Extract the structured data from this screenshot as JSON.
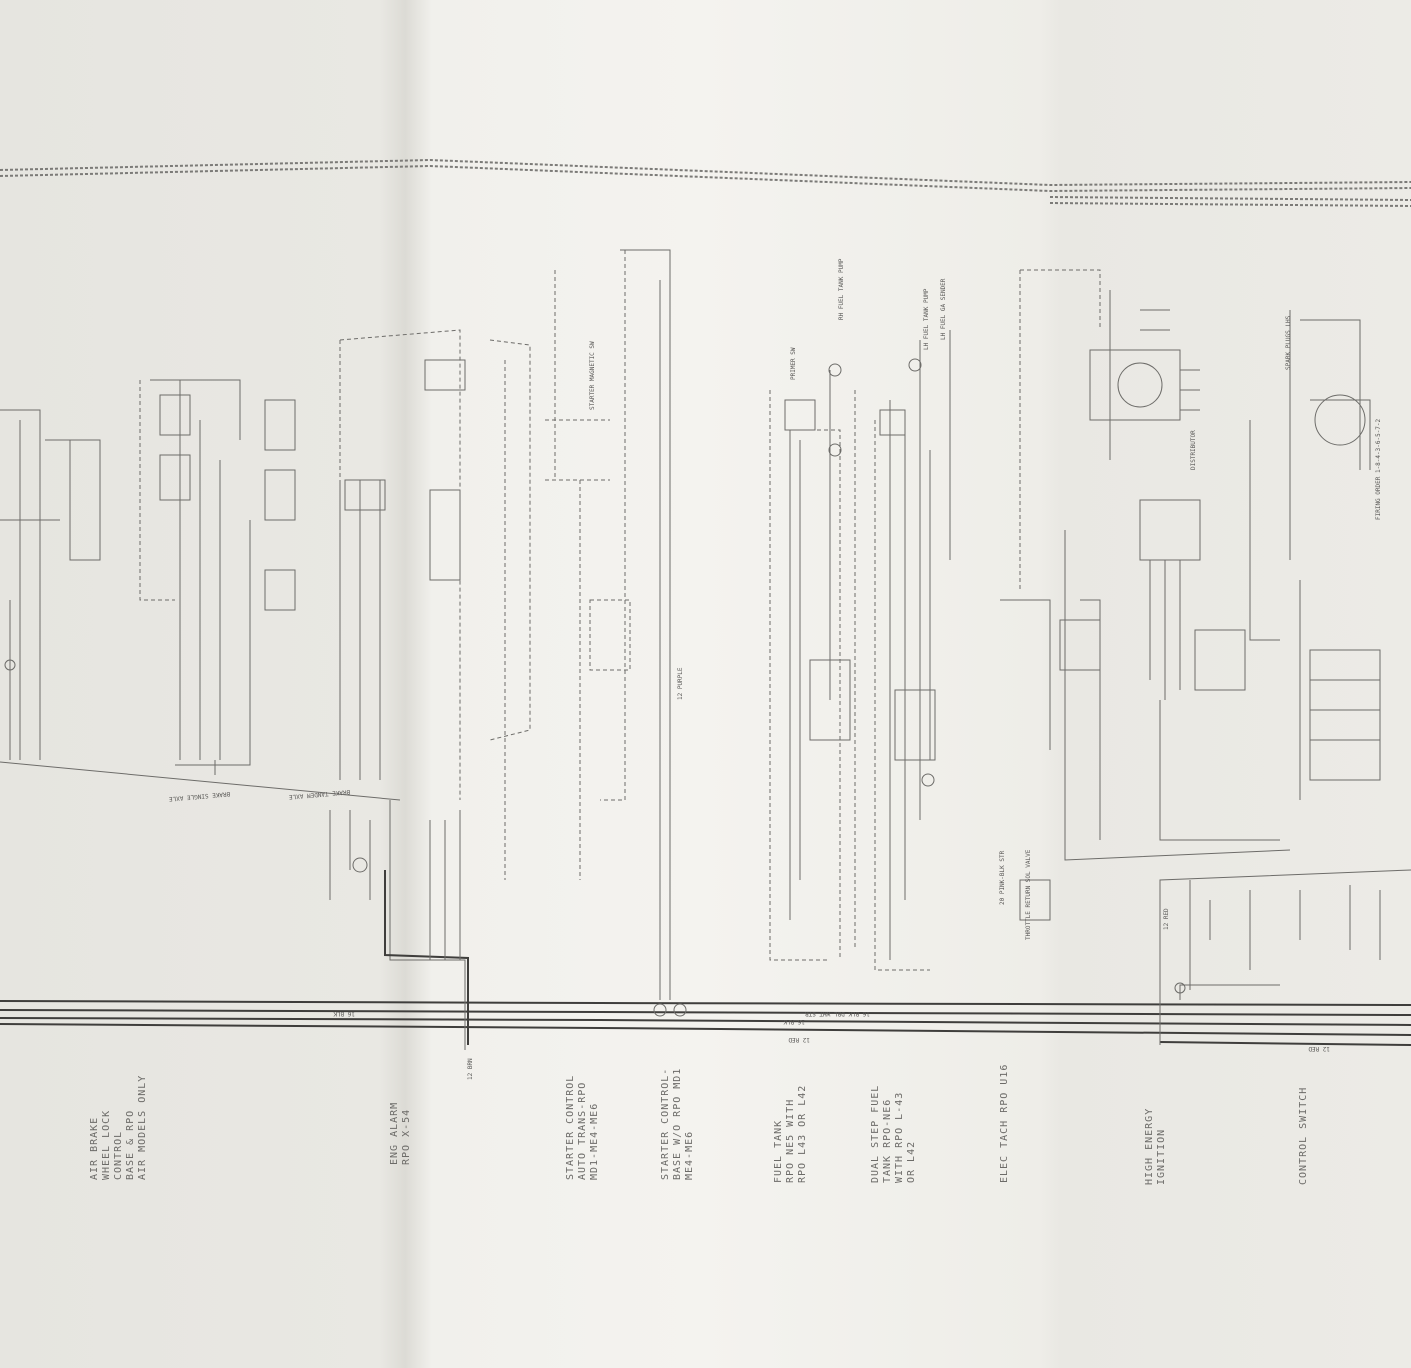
{
  "sections": [
    {
      "id": "air-brake",
      "lines": [
        "AIR BRAKE",
        "WHEEL LOCK",
        "CONTROL",
        "BASE & RPO",
        "AIR MODELS ONLY"
      ]
    },
    {
      "id": "eng-alarm",
      "lines": [
        "ENG ALARM",
        "RPO X-54"
      ]
    },
    {
      "id": "starter-control-auto",
      "lines": [
        "STARTER CONTROL",
        "AUTO TRANS-RPO",
        "MD1-ME4-ME6"
      ]
    },
    {
      "id": "starter-control-base",
      "lines": [
        "STARTER CONTROL-",
        "BASE W/O RPO MD1",
        "ME4-ME6"
      ]
    },
    {
      "id": "fuel-tank",
      "lines": [
        "FUEL TANK",
        "RPO NE5 WITH",
        "RPO L43 OR L42"
      ]
    },
    {
      "id": "dual-step-fuel",
      "lines": [
        "DUAL STEP FUEL",
        "TANK RPO-NE6",
        "WITH RPO L-43",
        "OR L42"
      ]
    },
    {
      "id": "elec-tach",
      "lines": [
        "ELEC TACH RPO U16"
      ]
    },
    {
      "id": "high-energy-ignition",
      "lines": [
        "HIGH ENERGY",
        "IGNITION"
      ]
    },
    {
      "id": "control-switch",
      "lines": [
        "CONTROL SWITCH"
      ]
    }
  ],
  "wire_labels": {
    "blk_top": "16 BLK",
    "blk_dbl": "16 BLK-DBL WHT STR",
    "blk_mid": "16 BLK",
    "red_left": "12 RED",
    "red_right": "12 RED",
    "purple": "12 PURPLE",
    "pink_blk": "20 PINK-BLK STR",
    "brn": "12 BRN",
    "red_ign": "12 RED",
    "starter_mag": "STARTER MAGNETIC SW",
    "fuel_pump": "RH FUEL TANK PUMP",
    "lh_fuel": "LH FUEL TANK PUMP",
    "lh_sender": "LH FUEL GA SENDER",
    "distributor": "DISTRIBUTOR",
    "spark_plugs": "SPARK PLUGS LHS",
    "firing_order": "FIRING ORDER 1-8-4-3-6-5-7-2",
    "throttle": "THROTTLE RETURN SOL VALVE",
    "brake_single": "BRAKE SINGLE AXLE",
    "brake_tandem": "BRAKE TANDEM AXLE",
    "primer": "PRIMER SW"
  }
}
